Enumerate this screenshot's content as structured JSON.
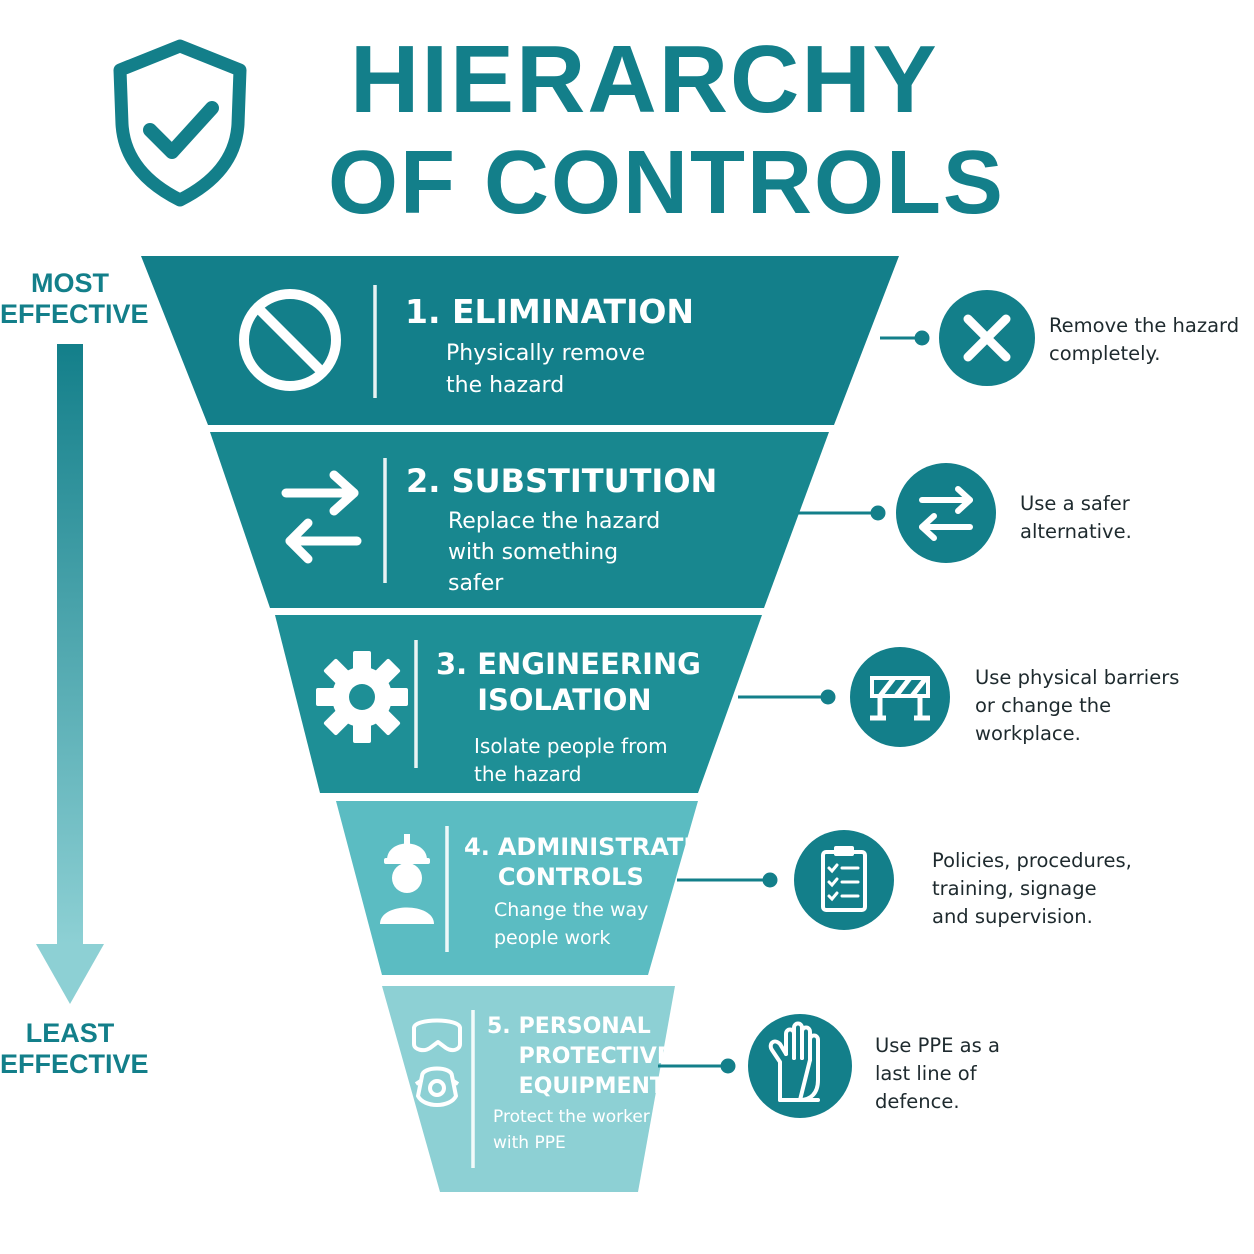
{
  "header": {
    "title_line1": "HIERARCHY",
    "title_line2": "OF CONTROLS",
    "logo_icon": "shield-check-icon"
  },
  "scale": {
    "top_label": "MOST\nEFFECTIVE",
    "bottom_label": "LEAST\nEFFECTIVE"
  },
  "colors": {
    "primary": "#137f8a",
    "tier1": "#137f8a",
    "tier2": "#18878f",
    "tier3": "#1e8f96",
    "tier4": "#5bbcc2",
    "tier5": "#8dd0d4",
    "text_dark": "#1e2a2e"
  },
  "tiers": [
    {
      "number": "1.",
      "title": "ELIMINATION",
      "description": "Physically remove\nthe hazard",
      "icon": "prohibited-icon",
      "side_icon": "close-x-icon",
      "side_note": "Remove the hazard\ncompletely."
    },
    {
      "number": "2.",
      "title": "SUBSTITUTION",
      "description": "Replace the hazard\nwith something\nsafer",
      "icon": "swap-arrows-icon",
      "side_icon": "swap-arrows-icon",
      "side_note": "Use a safer\nalternative."
    },
    {
      "number": "3.",
      "title": "ENGINEERING\nISOLATION",
      "description": "Isolate people from\nthe hazard",
      "icon": "gear-icon",
      "side_icon": "barrier-icon",
      "side_note": "Use physical barriers\nor change the\nworkplace."
    },
    {
      "number": "4.",
      "title": "ADMINISTRATIVE\nCONTROLS",
      "description": "Change the way\npeople work",
      "icon": "worker-hardhat-icon",
      "side_icon": "clipboard-checklist-icon",
      "side_note": "Policies, procedures,\ntraining, signage\nand supervision."
    },
    {
      "number": "5.",
      "title": "PERSONAL\nPROTECTIVE\nEQUIPMENT",
      "description": "Protect the worker\nwith PPE",
      "icon": "goggles-respirator-icon",
      "side_icon": "glove-hand-icon",
      "side_note": "Use PPE as a\nlast line of\ndefence."
    }
  ]
}
